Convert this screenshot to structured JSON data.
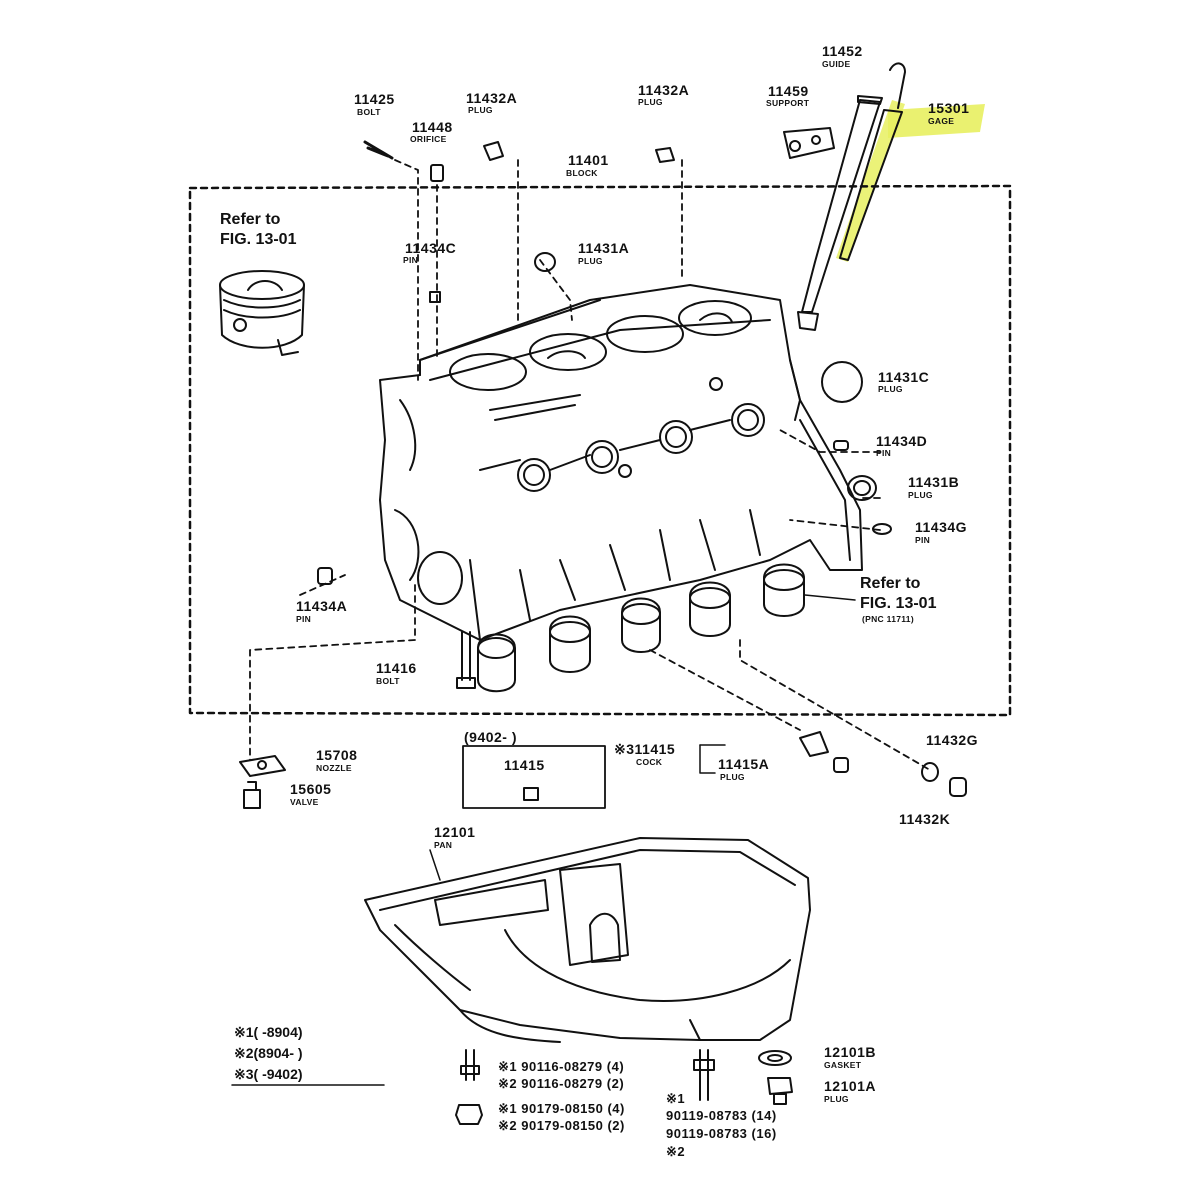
{
  "refer_top_left": {
    "line1": "Refer to",
    "line2": "FIG. 13-01"
  },
  "refer_right": {
    "line1": "Refer to",
    "line2": "FIG. 13-01",
    "line3": "(PNC 11711)"
  },
  "parts": {
    "p11452": {
      "number": "11452",
      "name": "GUIDE"
    },
    "p15301": {
      "number": "15301",
      "name": "GAGE"
    },
    "p11459": {
      "number": "11459",
      "name": "SUPPORT"
    },
    "p11425": {
      "number": "11425",
      "name": "BOLT"
    },
    "p11432A_1": {
      "number": "11432A",
      "name": "PLUG"
    },
    "p11432A_2": {
      "number": "11432A",
      "name": "PLUG"
    },
    "p11448": {
      "number": "11448",
      "name": "ORIFICE"
    },
    "p11401": {
      "number": "11401",
      "name": "BLOCK"
    },
    "p11434C": {
      "number": "11434C",
      "name": "PIN"
    },
    "p11431A": {
      "number": "11431A",
      "name": "PLUG"
    },
    "p11431C": {
      "number": "11431C",
      "name": "PLUG"
    },
    "p11434D": {
      "number": "11434D",
      "name": "PIN"
    },
    "p11431B": {
      "number": "11431B",
      "name": "PLUG"
    },
    "p11434G": {
      "number": "11434G",
      "name": "PIN"
    },
    "p11434A": {
      "number": "11434A",
      "name": "PIN"
    },
    "p11416": {
      "number": "11416",
      "name": "BOLT"
    },
    "p15708": {
      "number": "15708",
      "name": "NOZZLE"
    },
    "p15605": {
      "number": "15605",
      "name": "VALVE"
    },
    "p11415_box": {
      "range": "(9402-        )",
      "number": "11415"
    },
    "p11415": {
      "number": "※311415",
      "name": "COCK"
    },
    "p11415A": {
      "number": "11415A",
      "name": "PLUG"
    },
    "p11432G": {
      "number": "11432G"
    },
    "p11432K": {
      "number": "11432K"
    },
    "p12101": {
      "number": "12101",
      "name": "PAN"
    },
    "p12101B": {
      "number": "12101B",
      "name": "GASKET"
    },
    "p12101A": {
      "number": "12101A",
      "name": "PLUG"
    }
  },
  "footnotes": [
    {
      "text": "※1(      -8904)"
    },
    {
      "text": "※2(8904-        )"
    },
    {
      "text": "※3(      -9402)"
    }
  ],
  "bolts": {
    "b90116": [
      "※1 90116-08279 (4)",
      "※2 90116-08279 (2)"
    ],
    "b90179": [
      "※1 90179-08150 (4)",
      "※2 90179-08150 (2)"
    ],
    "b90119": [
      "※1",
      "90119-08783 (14)",
      "90119-08783 (16)",
      "※2"
    ]
  },
  "colors": {
    "highlight": "#e8f060",
    "ink": "#111111"
  }
}
